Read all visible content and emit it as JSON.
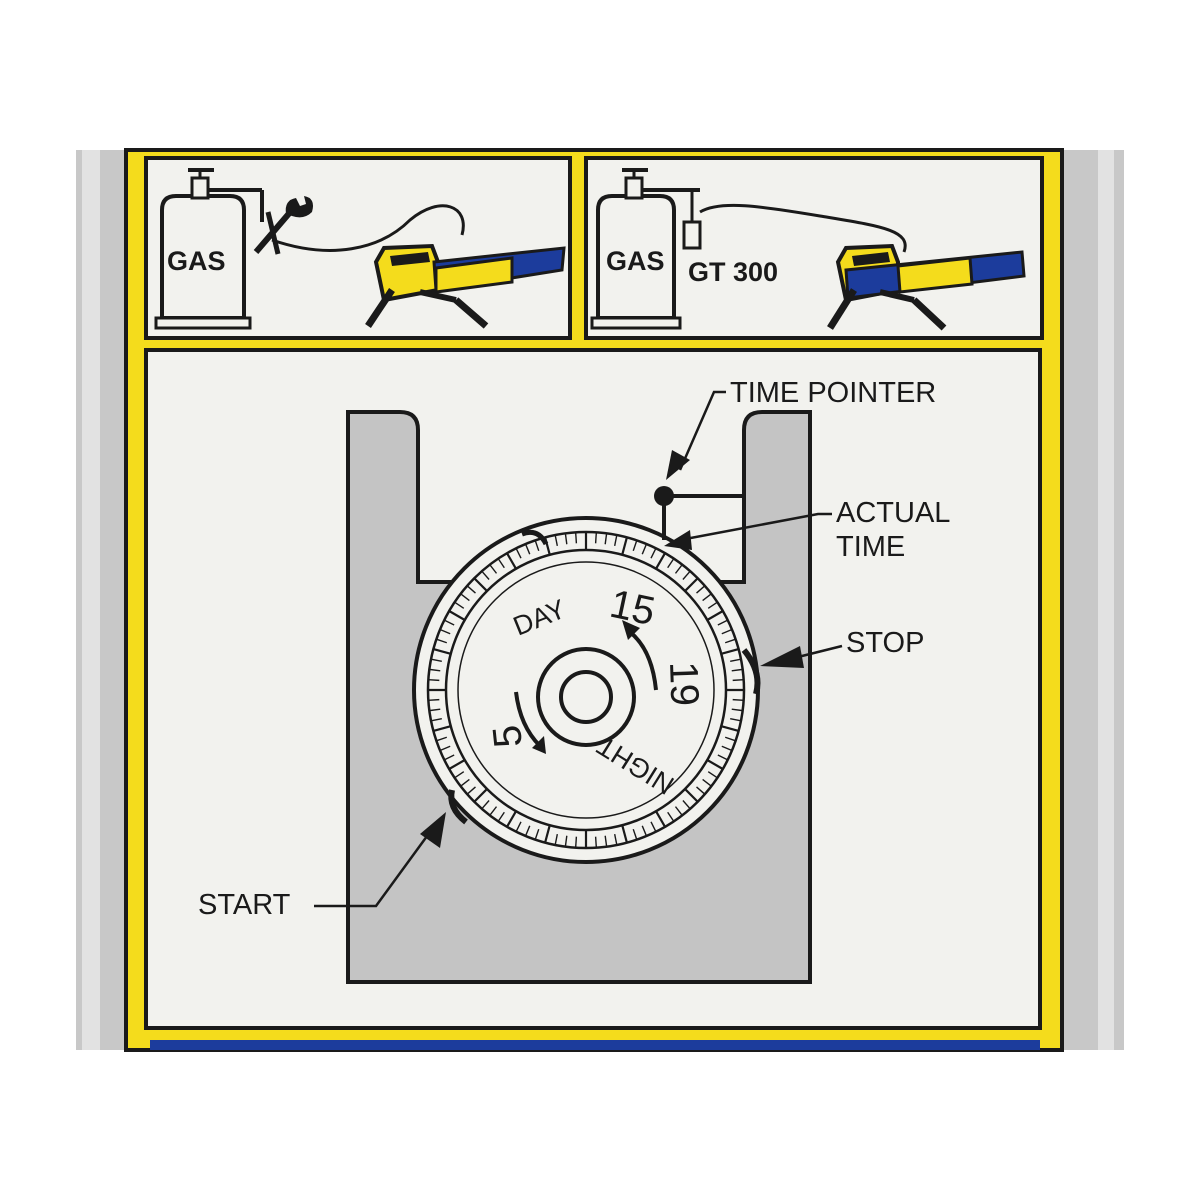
{
  "colors": {
    "frame_yellow": "#f4dc1c",
    "frame_gray": "#c8c8c8",
    "panel_fill": "#f2f2ee",
    "housing_gray": "#c4c4c4",
    "hose_blue": "#1c3c9c",
    "outline": "#1a1a1a"
  },
  "panel_left": {
    "tank_label": "GAS",
    "icons": [
      "gas-tank-icon",
      "wrench-icon",
      "burner-icon"
    ]
  },
  "panel_right": {
    "tank_label": "GAS",
    "device_label": "GT 300",
    "icons": [
      "gas-tank-icon",
      "timer-device-icon",
      "burner-icon"
    ]
  },
  "dial": {
    "word_day": "DAY",
    "word_night": "NIGHT",
    "num_15": "15",
    "num_19": "19",
    "num_5": "5"
  },
  "callouts": {
    "time_pointer": "TIME POINTER",
    "actual_time_line1": "ACTUAL",
    "actual_time_line2": "TIME",
    "stop": "STOP",
    "start": "START"
  }
}
